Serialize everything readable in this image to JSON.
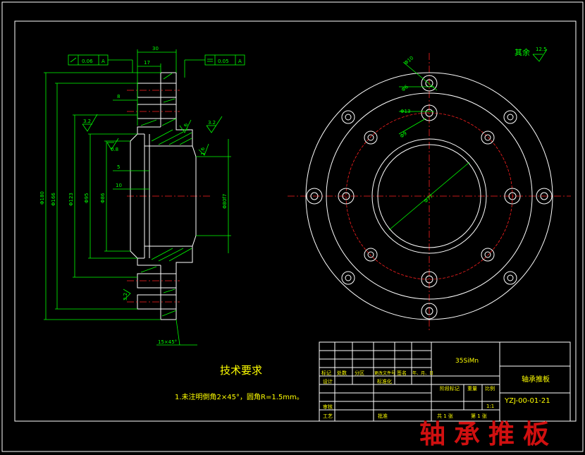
{
  "drawing": {
    "watermark": "轴承推板",
    "roughness_others_label": "其余",
    "roughness_others_value": "12.5",
    "section_dims": {
      "top_30": "30",
      "top_17": "17",
      "left_8": "8",
      "left_5": "5",
      "left_10": "10",
      "d180": "Φ180",
      "d166": "Φ166",
      "d123": "Φ123",
      "d95": "Φ95",
      "d86": "Φ86",
      "d80": "Φ80f7",
      "chamfer": "15×45°",
      "r32a": "3.2",
      "r32b": "3.2",
      "r16": "1.6",
      "r08": "0.8",
      "r16b": "1.6",
      "r32c": "3.2"
    },
    "tol_left": {
      "value": "0.06",
      "datum": "A"
    },
    "tol_right": {
      "value": "0.05",
      "datum": "A"
    },
    "front_dims": {
      "h1": "Φ10",
      "h2": "Φ6",
      "h3": "Φ13",
      "h4": "Φ9",
      "bore": "Φ77"
    }
  },
  "tech": {
    "title": "技术要求",
    "line1": "1.未注明倒角2×45°，圆角R=1.5mm。"
  },
  "titleblock": {
    "material": "35SiMn",
    "part_name": "轴承推板",
    "drawing_no": "YZJ-00-01-21",
    "h_mark": "标记",
    "h_count": "处数",
    "h_zone": "分区",
    "h_doc": "更改文件号",
    "h_sign": "签名",
    "h_date": "年、月、日",
    "design": "设计",
    "std": "标准化",
    "review": "审核",
    "process": "工艺",
    "approve": "批准",
    "stage": "阶段标记",
    "weight": "重量",
    "scale_label": "比例",
    "scale": "1:1",
    "sheets": "共 1 张",
    "sheet": "第 1 张"
  }
}
